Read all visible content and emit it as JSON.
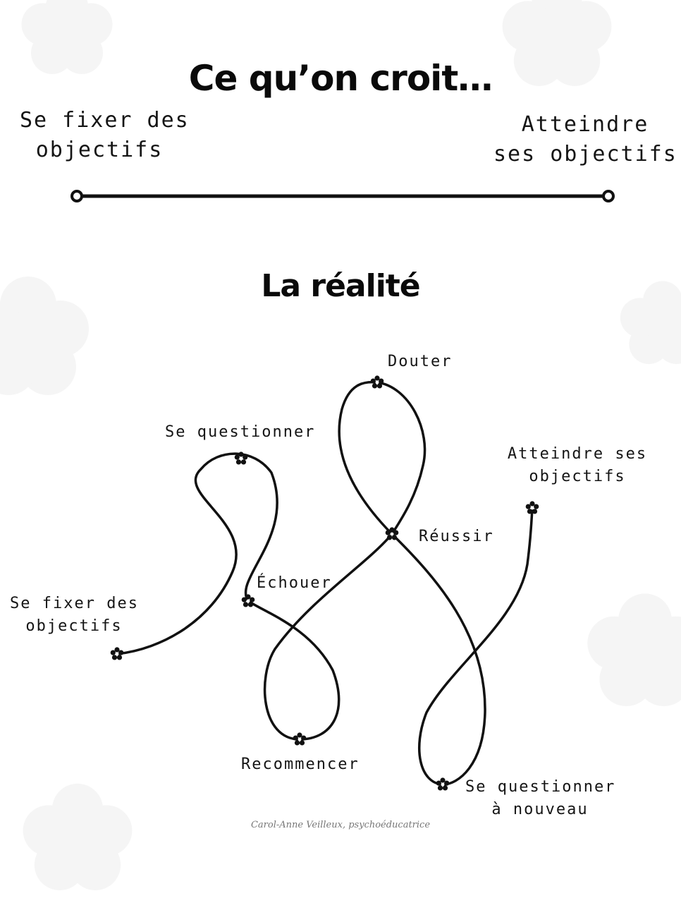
{
  "belief": {
    "title": "Ce qu’on croit…",
    "start_label_line1": "Se fixer des",
    "start_label_line2": "objectifs",
    "end_label_line1": "Atteindre",
    "end_label_line2": "ses objectifs"
  },
  "reality": {
    "title": "La réalité",
    "steps": [
      {
        "line1": "Se fixer des",
        "line2": "objectifs"
      },
      {
        "line1": "Se questionner",
        "line2": ""
      },
      {
        "line1": "Échouer",
        "line2": ""
      },
      {
        "line1": "Recommencer",
        "line2": ""
      },
      {
        "line1": "Douter",
        "line2": ""
      },
      {
        "line1": "Réussir",
        "line2": ""
      },
      {
        "line1": "Se questionner",
        "line2": "à nouveau"
      },
      {
        "line1": "Atteindre ses",
        "line2": "objectifs"
      }
    ]
  },
  "credit": "Carol-Anne Veilleux, psychoéducatrice",
  "colors": {
    "ink": "#111111",
    "background": "#ffffff",
    "watermark_flower": "#f4f4f4"
  },
  "icons": {
    "node": "flower-icon",
    "endpoint": "circle-endpoint-icon",
    "background": "flower-watermark-icon"
  }
}
